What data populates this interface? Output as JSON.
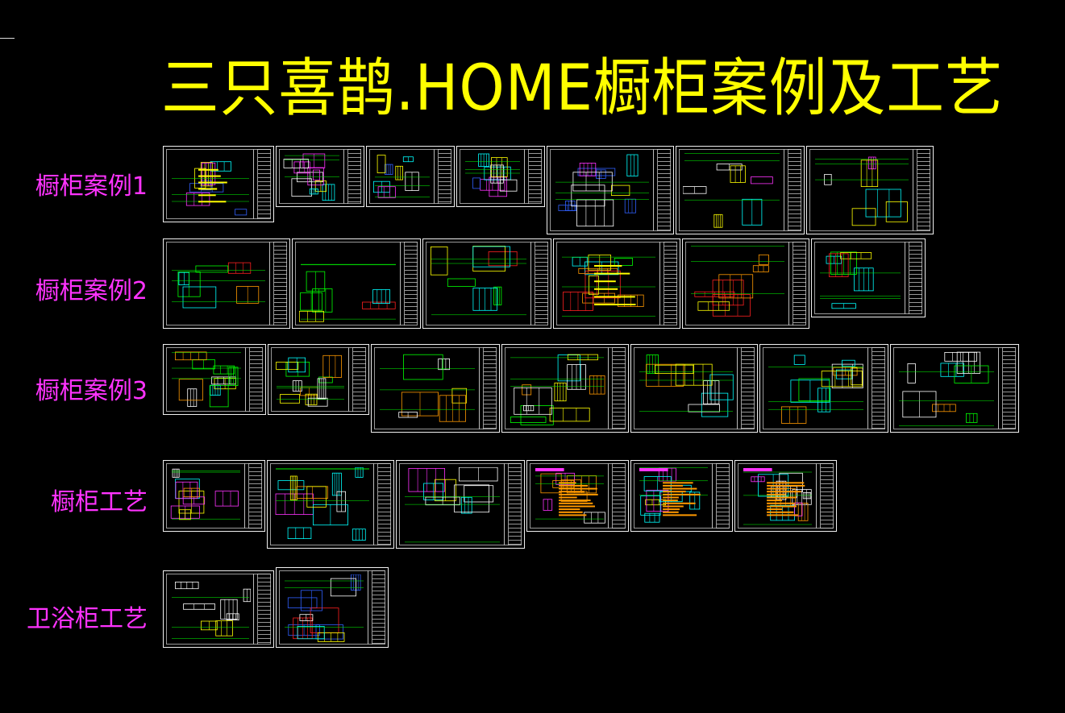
{
  "title": "三只喜鹊.HOME橱柜案例及工艺",
  "colors": {
    "background": "#000000",
    "title": "#ffff00",
    "row_label": "#ff33ff",
    "sheet_border": "#f0f0f0",
    "cad_cyan": "#00ffff",
    "cad_yellow": "#ffff00",
    "cad_green": "#00ff00",
    "cad_orange": "#ff9900",
    "cad_magenta": "#ff33ff",
    "cad_red": "#ff2020",
    "cad_blue": "#3060ff",
    "cad_white": "#ffffff"
  },
  "rows": [
    {
      "label": "橱柜案例1",
      "sheet_count": 7
    },
    {
      "label": "橱柜案例2",
      "sheet_count": 6
    },
    {
      "label": "橱柜案例3",
      "sheet_count": 7
    },
    {
      "label": "橱柜工艺",
      "sheet_count": 6
    },
    {
      "label": "卫浴柜工艺",
      "sheet_count": 2
    }
  ]
}
